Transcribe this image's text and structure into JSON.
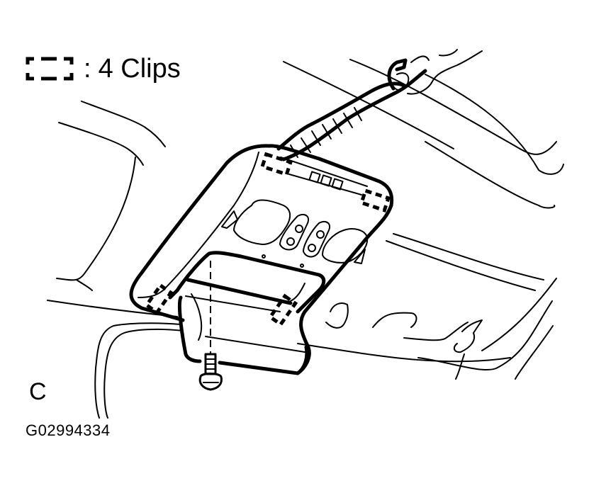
{
  "legend": {
    "symbol": "dashed-rectangle-clip-symbol",
    "separator": ":",
    "text": "4 Clips"
  },
  "view_label": "C",
  "figure_id": "G02994334",
  "illustration": {
    "subject": "overhead-console-removal",
    "parts": [
      "roof-console",
      "screwdriver",
      "bolt",
      "sun-visor-area",
      "headliner"
    ],
    "clip_count": 4,
    "colors": {
      "line": "#000000",
      "background": "#ffffff"
    }
  }
}
